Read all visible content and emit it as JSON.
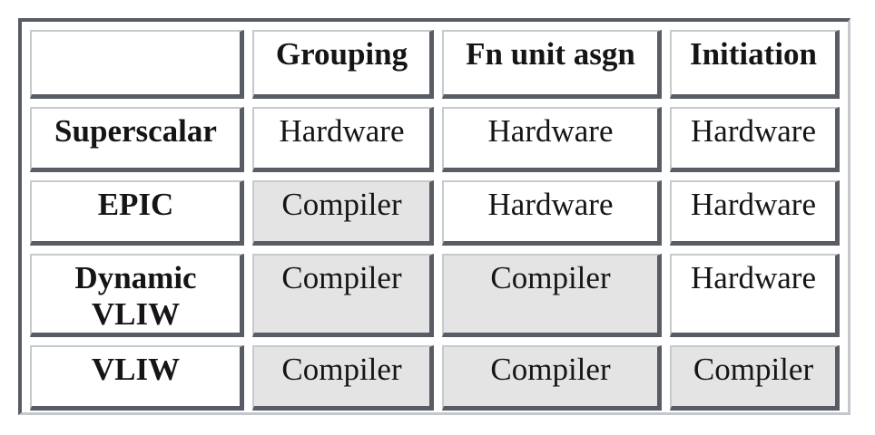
{
  "table": {
    "corner": "",
    "headers": [
      "Grouping",
      "Fn unit asgn",
      "Initiation"
    ],
    "rows": [
      {
        "label": "Superscalar",
        "cells": [
          {
            "text": "Hardware",
            "variant": "hardware"
          },
          {
            "text": "Hardware",
            "variant": "hardware"
          },
          {
            "text": "Hardware",
            "variant": "hardware"
          }
        ]
      },
      {
        "label": "EPIC",
        "cells": [
          {
            "text": "Compiler",
            "variant": "compiler"
          },
          {
            "text": "Hardware",
            "variant": "hardware"
          },
          {
            "text": "Hardware",
            "variant": "hardware"
          }
        ]
      },
      {
        "label": "Dynamic VLIW",
        "cells": [
          {
            "text": "Compiler",
            "variant": "compiler"
          },
          {
            "text": "Compiler",
            "variant": "compiler"
          },
          {
            "text": "Hardware",
            "variant": "hardware"
          }
        ]
      },
      {
        "label": "VLIW",
        "cells": [
          {
            "text": "Compiler",
            "variant": "compiler"
          },
          {
            "text": "Compiler",
            "variant": "compiler"
          },
          {
            "text": "Compiler",
            "variant": "compiler"
          }
        ]
      }
    ]
  },
  "colors": {
    "hardware_bg": "#ffffff",
    "compiler_bg": "#e4e4e4",
    "cell_border_dark": "#575c65",
    "cell_border_light": "#c7cacd",
    "frame_dark": "#565b64",
    "frame_light": "#c4c8cc",
    "text": "#151515"
  }
}
